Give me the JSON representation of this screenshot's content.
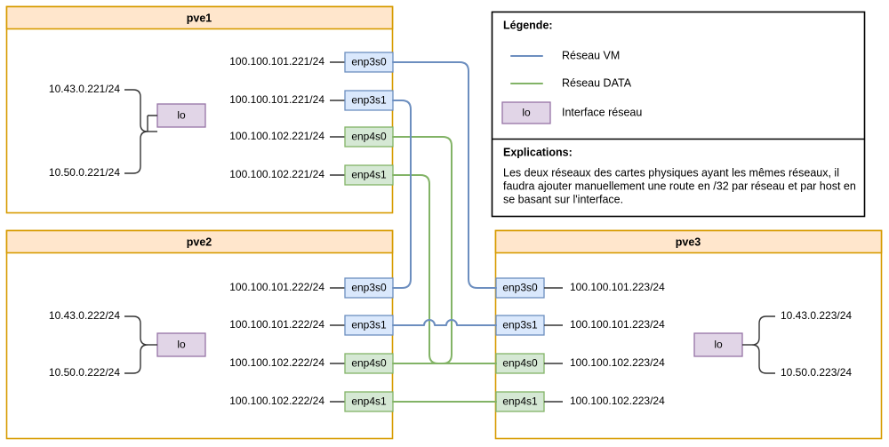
{
  "hosts": [
    {
      "id": "pve1",
      "title": "pve1",
      "loopback": {
        "label": "lo",
        "addresses": [
          "10.43.0.221/24",
          "10.50.0.221/24"
        ],
        "side": "left"
      },
      "nics": [
        {
          "name": "enp3s0",
          "address": "100.100.101.221/24",
          "network": "vm"
        },
        {
          "name": "enp3s1",
          "address": "100.100.101.221/24",
          "network": "vm"
        },
        {
          "name": "enp4s0",
          "address": "100.100.102.221/24",
          "network": "data"
        },
        {
          "name": "enp4s1",
          "address": "100.100.102.221/24",
          "network": "data"
        }
      ]
    },
    {
      "id": "pve2",
      "title": "pve2",
      "loopback": {
        "label": "lo",
        "addresses": [
          "10.43.0.222/24",
          "10.50.0.222/24"
        ],
        "side": "left"
      },
      "nics": [
        {
          "name": "enp3s0",
          "address": "100.100.101.222/24",
          "network": "vm"
        },
        {
          "name": "enp3s1",
          "address": "100.100.101.222/24",
          "network": "vm"
        },
        {
          "name": "enp4s0",
          "address": "100.100.102.222/24",
          "network": "data"
        },
        {
          "name": "enp4s1",
          "address": "100.100.102.222/24",
          "network": "data"
        }
      ]
    },
    {
      "id": "pve3",
      "title": "pve3",
      "loopback": {
        "label": "lo",
        "addresses": [
          "10.43.0.223/24",
          "10.50.0.223/24"
        ],
        "side": "right"
      },
      "nics": [
        {
          "name": "enp3s0",
          "address": "100.100.101.223/24",
          "network": "vm"
        },
        {
          "name": "enp3s1",
          "address": "100.100.101.223/24",
          "network": "vm"
        },
        {
          "name": "enp4s0",
          "address": "100.100.102.223/24",
          "network": "data"
        },
        {
          "name": "enp4s1",
          "address": "100.100.102.223/24",
          "network": "data"
        }
      ]
    }
  ],
  "legend": {
    "heading": "Légende:",
    "items": [
      {
        "kind": "line-vm",
        "label": "Réseau VM"
      },
      {
        "kind": "line-data",
        "label": "Réseau DATA"
      },
      {
        "kind": "swatch-lo",
        "swatch_label": "lo",
        "label": "Interface réseau"
      }
    ],
    "explanations_heading": "Explications:",
    "explanation_lines": [
      "Les deux réseaux des cartes physiques ayant les mêmes réseaux, il",
      "faudra ajouter manuellement une route en /32 par réseau et par host en",
      "se basant sur l'interface."
    ]
  },
  "colors": {
    "host_border": "#d79b00",
    "host_header_fill": "#ffe6cc",
    "vm_fill": "#dae8fc",
    "vm_border": "#6c8ebf",
    "data_fill": "#d5e8d4",
    "data_border": "#82b366",
    "lo_fill": "#e1d5e7",
    "lo_border": "#9673a6",
    "stub_line": "#333333",
    "legend_border": "#000000"
  }
}
